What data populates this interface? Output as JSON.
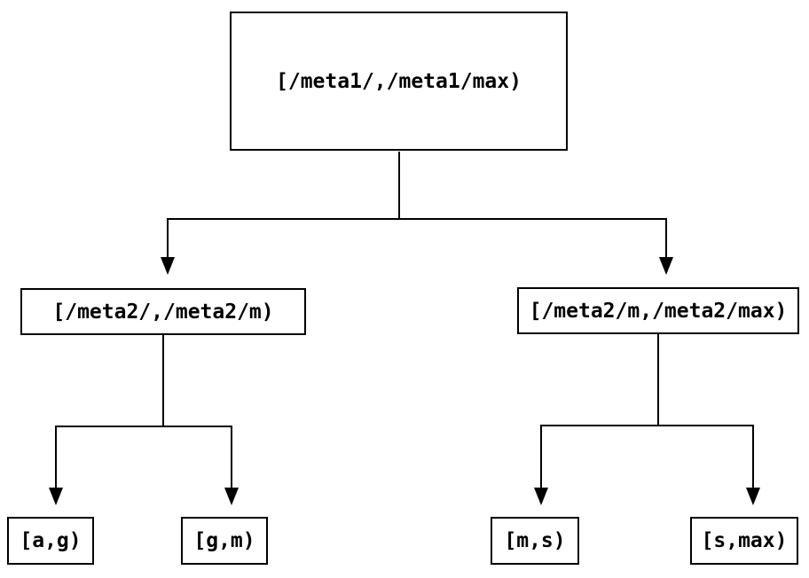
{
  "colors": {
    "background": "#ffffff",
    "line": "#000000",
    "text": "#000000"
  },
  "diagram": {
    "type": "tree",
    "nodes": {
      "root": {
        "label": "[/meta1/,/meta1/max)"
      },
      "meta2_low": {
        "label": "[/meta2/,/meta2/m)"
      },
      "meta2_high": {
        "label": "[/meta2/m,/meta2/max)"
      },
      "leaf_ag": {
        "label": "[a,g)"
      },
      "leaf_gm": {
        "label": "[g,m)"
      },
      "leaf_ms": {
        "label": "[m,s)"
      },
      "leaf_smax": {
        "label": "[s,max)"
      }
    },
    "edges": [
      {
        "from": "root",
        "to": "meta2_low"
      },
      {
        "from": "root",
        "to": "meta2_high"
      },
      {
        "from": "meta2_low",
        "to": "leaf_ag"
      },
      {
        "from": "meta2_low",
        "to": "leaf_gm"
      },
      {
        "from": "meta2_high",
        "to": "leaf_ms"
      },
      {
        "from": "meta2_high",
        "to": "leaf_smax"
      }
    ]
  }
}
